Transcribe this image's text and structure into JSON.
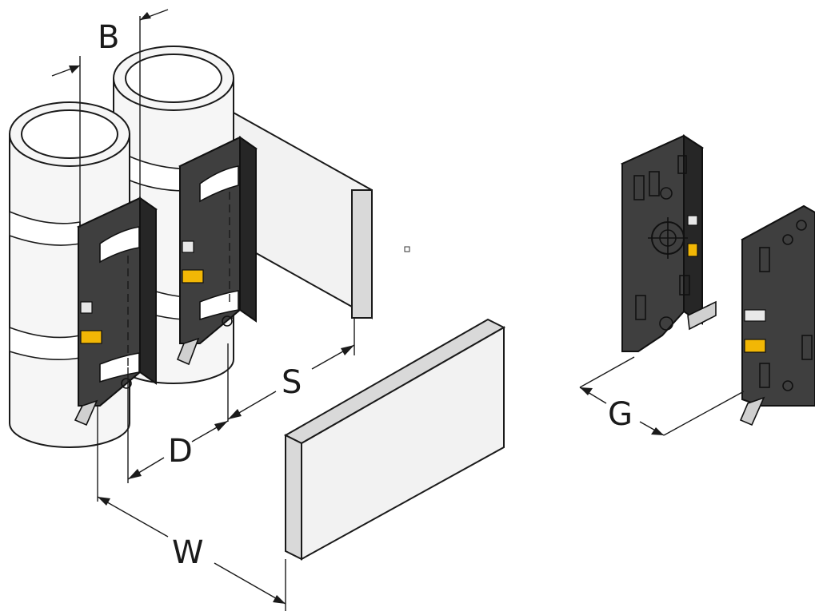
{
  "labels": {
    "b": "B",
    "s": "S",
    "d": "D",
    "w": "W",
    "g": "G"
  },
  "colors": {
    "sensor_body": "#3f3f3f",
    "led_yellow": "#f2b705",
    "target_plate": "#d9d9d9",
    "pipe": "#f6f6f6"
  }
}
